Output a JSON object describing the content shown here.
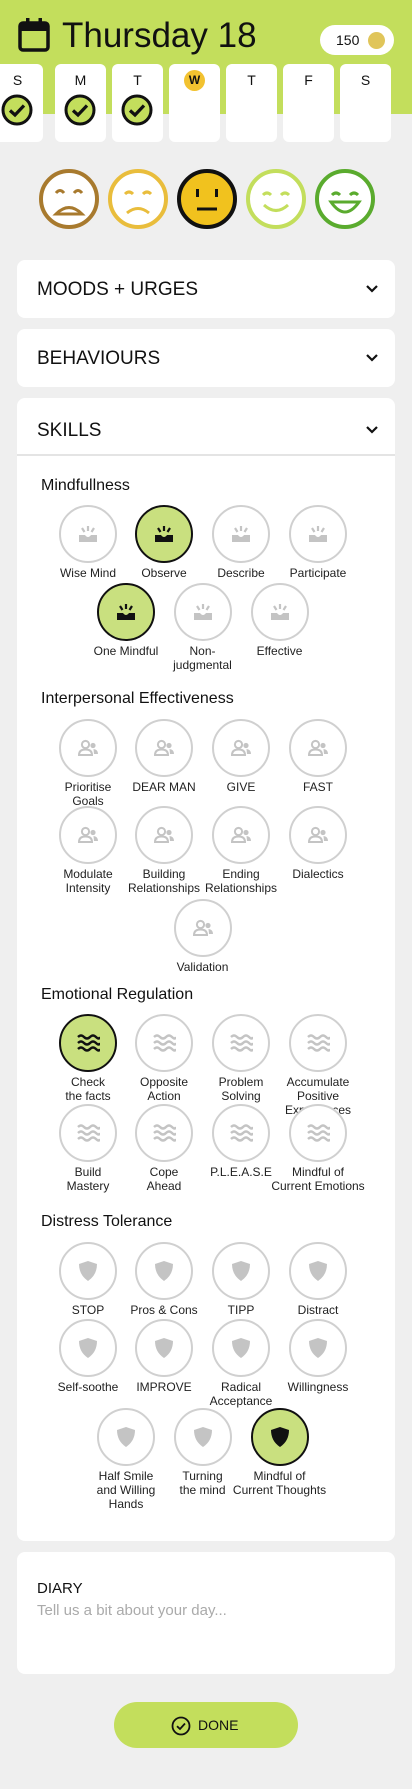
{
  "header": {
    "title": "Thursday 18",
    "coins": "150"
  },
  "week": {
    "days": [
      {
        "letter": "S"
      },
      {
        "letter": "M"
      },
      {
        "letter": "T"
      },
      {
        "letter": "W"
      },
      {
        "letter": "T"
      },
      {
        "letter": "F"
      },
      {
        "letter": "S"
      }
    ],
    "completed": [
      "S",
      "M",
      "T"
    ],
    "today": "W"
  },
  "moods": {
    "options": [
      "very-sad",
      "sad",
      "neutral",
      "happy",
      "very-happy"
    ],
    "selected": "neutral"
  },
  "sections": {
    "moods_urges": "MOODS + URGES",
    "behaviours": "BEHAVIOURS",
    "skills": "SKILLS"
  },
  "skills": {
    "mindfulness": {
      "title": "Mindfullness",
      "items": [
        {
          "label": "Wise Mind",
          "selected": false
        },
        {
          "label": "Observe",
          "selected": true
        },
        {
          "label": "Describe",
          "selected": false
        },
        {
          "label": "Participate",
          "selected": false
        },
        {
          "label": "One Mindful",
          "selected": true
        },
        {
          "label": "Non-\njudgmental",
          "selected": false
        },
        {
          "label": "Effective",
          "selected": false
        }
      ]
    },
    "interpersonal": {
      "title": "Interpersonal Effectiveness",
      "items": [
        {
          "label": "Prioritise\nGoals",
          "selected": false
        },
        {
          "label": "DEAR MAN",
          "selected": false
        },
        {
          "label": "GIVE",
          "selected": false
        },
        {
          "label": "FAST",
          "selected": false
        },
        {
          "label": "Modulate\nIntensity",
          "selected": false
        },
        {
          "label": "Building\nRelationships",
          "selected": false
        },
        {
          "label": "Ending\nRelationships",
          "selected": false
        },
        {
          "label": "Dialectics",
          "selected": false
        },
        {
          "label": "Validation",
          "selected": false
        }
      ]
    },
    "emotional": {
      "title": "Emotional Regulation",
      "items": [
        {
          "label": "Check\nthe facts",
          "selected": true
        },
        {
          "label": "Opposite\nAction",
          "selected": false
        },
        {
          "label": "Problem\nSolving",
          "selected": false
        },
        {
          "label": "Accumulate\nPositive\nExperiences",
          "selected": false
        },
        {
          "label": "Build\nMastery",
          "selected": false
        },
        {
          "label": "Cope\nAhead",
          "selected": false
        },
        {
          "label": "P.L.E.A.S.E",
          "selected": false
        },
        {
          "label": "Mindful of\nCurrent Emotions",
          "selected": false
        }
      ]
    },
    "distress": {
      "title": "Distress Tolerance",
      "items": [
        {
          "label": "STOP",
          "selected": false
        },
        {
          "label": "Pros & Cons",
          "selected": false
        },
        {
          "label": "TIPP",
          "selected": false
        },
        {
          "label": "Distract",
          "selected": false
        },
        {
          "label": "Self-soothe",
          "selected": false
        },
        {
          "label": "IMPROVE",
          "selected": false
        },
        {
          "label": "Radical\nAcceptance",
          "selected": false
        },
        {
          "label": "Willingness",
          "selected": false
        },
        {
          "label": "Half Smile\nand Willing\nHands",
          "selected": false
        },
        {
          "label": "Turning\nthe mind",
          "selected": false
        },
        {
          "label": "Mindful of\nCurrent Thoughts",
          "selected": true
        }
      ]
    }
  },
  "diary": {
    "title": "DIARY",
    "placeholder": "Tell us a bit about your day..."
  },
  "done": {
    "label": "DONE"
  },
  "colors": {
    "accent": "#c3de5c",
    "selected_skill": "#c9e07f",
    "coin": "#e0c55a",
    "today": "#f2c230",
    "mood_very_sad": "#a87a2e",
    "mood_sad": "#e9bd3c",
    "mood_neutral": "#f1c21e",
    "mood_happy": "#c3de5c",
    "mood_very_happy": "#5aab2e"
  }
}
